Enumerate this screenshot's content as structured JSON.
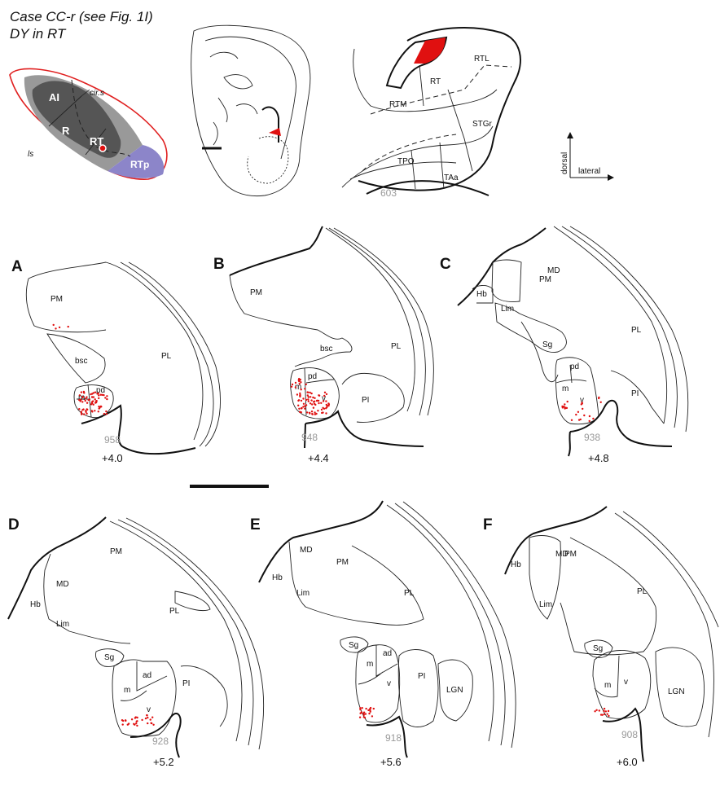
{
  "title": {
    "line1": "Case CC-r (see Fig. 1I)",
    "line2": "DY in RT"
  },
  "inset_map": {
    "AI": "AI",
    "R": "R",
    "RT": "RT",
    "RTp": "RTp",
    "cirs": "cir.s",
    "ls": "ls"
  },
  "inset_section": {
    "RTL": "RTL",
    "RT": "RT",
    "RTM": "RTM",
    "STGr": "STGr",
    "TPO": "TPO",
    "TAa": "TAa",
    "number": "603"
  },
  "axes": {
    "vertical": "dorsal",
    "horizontal": "lateral"
  },
  "panels": {
    "A": {
      "letter": "A",
      "section": "958",
      "coord": "+4.0",
      "labels": {
        "PM": "PM",
        "bsc": "bsc",
        "PL": "PL",
        "pd": "pd",
        "m": "m"
      }
    },
    "B": {
      "letter": "B",
      "section": "948",
      "coord": "+4.4",
      "labels": {
        "PM": "PM",
        "bsc": "bsc",
        "PL": "PL",
        "pd": "pd",
        "m": "m",
        "v": "v",
        "PI": "PI"
      }
    },
    "C": {
      "letter": "C",
      "section": "938",
      "coord": "+4.8",
      "labels": {
        "MD": "MD",
        "PM": "PM",
        "Hb": "Hb",
        "Lim": "Lim",
        "PL": "PL",
        "Sg": "Sg",
        "pd": "pd",
        "m": "m",
        "v": "v",
        "PI": "PI"
      }
    },
    "D": {
      "letter": "D",
      "section": "928",
      "coord": "+5.2",
      "labels": {
        "PM": "PM",
        "MD": "MD",
        "Hb": "Hb",
        "Lim": "Lim",
        "PL": "PL",
        "Sg": "Sg",
        "ad": "ad",
        "m": "m",
        "v": "v",
        "PI": "PI"
      }
    },
    "E": {
      "letter": "E",
      "section": "918",
      "coord": "+5.6",
      "labels": {
        "MD": "MD",
        "PM": "PM",
        "Hb": "Hb",
        "Lim": "Lim",
        "PL": "PL",
        "Sg": "Sg",
        "ad": "ad",
        "m": "m",
        "v": "v",
        "PI": "PI",
        "LGN": "LGN"
      }
    },
    "F": {
      "letter": "F",
      "section": "908",
      "coord": "+6.0",
      "labels": {
        "Hb": "Hb",
        "MD": "MD",
        "PM": "PM",
        "Lim": "Lim",
        "PL": "PL",
        "Sg": "Sg",
        "m": "m",
        "v": "v",
        "LGN": "LGN"
      }
    }
  },
  "colors": {
    "label_red": "#e01010",
    "region_dark": "#555555",
    "region_mid": "#999999",
    "region_purple": "#8c85c9"
  }
}
